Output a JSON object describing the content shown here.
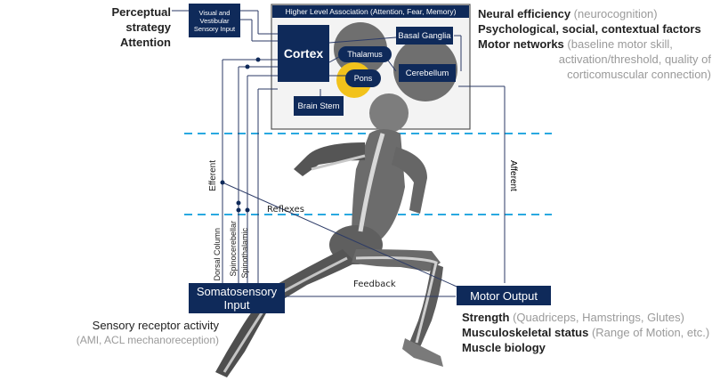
{
  "top_left": {
    "line1": "Perceptual strategy",
    "line2": "Attention"
  },
  "visual_box": "Visual and Vestibular Sensory Input",
  "higher_level": "Higher Level Association (Attention, Fear, Memory)",
  "brain": {
    "cortex": "Cortex",
    "thalamus": "Thalamus",
    "pons": "Pons",
    "basal_ganglia": "Basal Ganglia",
    "cerebellum": "Cerebellum",
    "brain_stem": "Brain Stem"
  },
  "right_top": {
    "neural_label": "Neural efficiency",
    "neural_detail": "(neurocognition)",
    "psych": "Psychological, social, contextual factors",
    "motor_label": "Motor networks",
    "motor_detail1": "(baseline motor skill,",
    "motor_detail2": "activation/threshold, quality of",
    "motor_detail3": "corticomuscular connection)"
  },
  "paths": {
    "efferent": "Efferent",
    "afferent": "Afferent",
    "reflexes": "Reflexes",
    "feedback": "Feedback",
    "dorsal_column": "Dorsal Column",
    "spinocerebellar": "Spinocerebellar",
    "spinothalamic": "Spinothalamic"
  },
  "somatosensory": "Somatosensory Input",
  "motor_output": "Motor Output",
  "sensory": {
    "line1": "Sensory receptor activity",
    "line2": "(AMI, ACL mechanoreception)"
  },
  "bottom_right": {
    "strength_label": "Strength",
    "strength_detail": "(Quadriceps, Hamstrings, Glutes)",
    "musculo_label": "Musculoskeletal status",
    "musculo_detail": "(Range of Motion, etc.)",
    "muscle_bio": "Muscle biology"
  },
  "colors": {
    "navy": "#0f2a5a",
    "grey_gear": "#7a7a7a",
    "yellow_gear": "#f2c21b",
    "dashed": "#29a8e0"
  }
}
